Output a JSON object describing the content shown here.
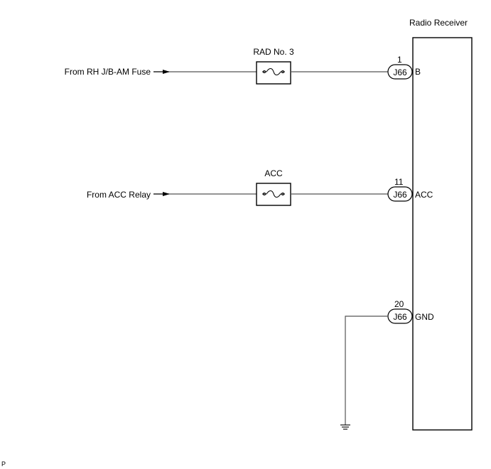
{
  "component": {
    "title": "Radio Receiver"
  },
  "circuits": [
    {
      "source": "From RH J/B-AM Fuse",
      "fuse": "RAD No. 3",
      "pin": "1",
      "connector": "J66",
      "terminal": "B"
    },
    {
      "source": "From ACC Relay",
      "fuse": "ACC",
      "pin": "11",
      "connector": "J66",
      "terminal": "ACC"
    }
  ],
  "ground": {
    "pin": "20",
    "connector": "J66",
    "terminal": "GND"
  },
  "corner_mark": "P"
}
